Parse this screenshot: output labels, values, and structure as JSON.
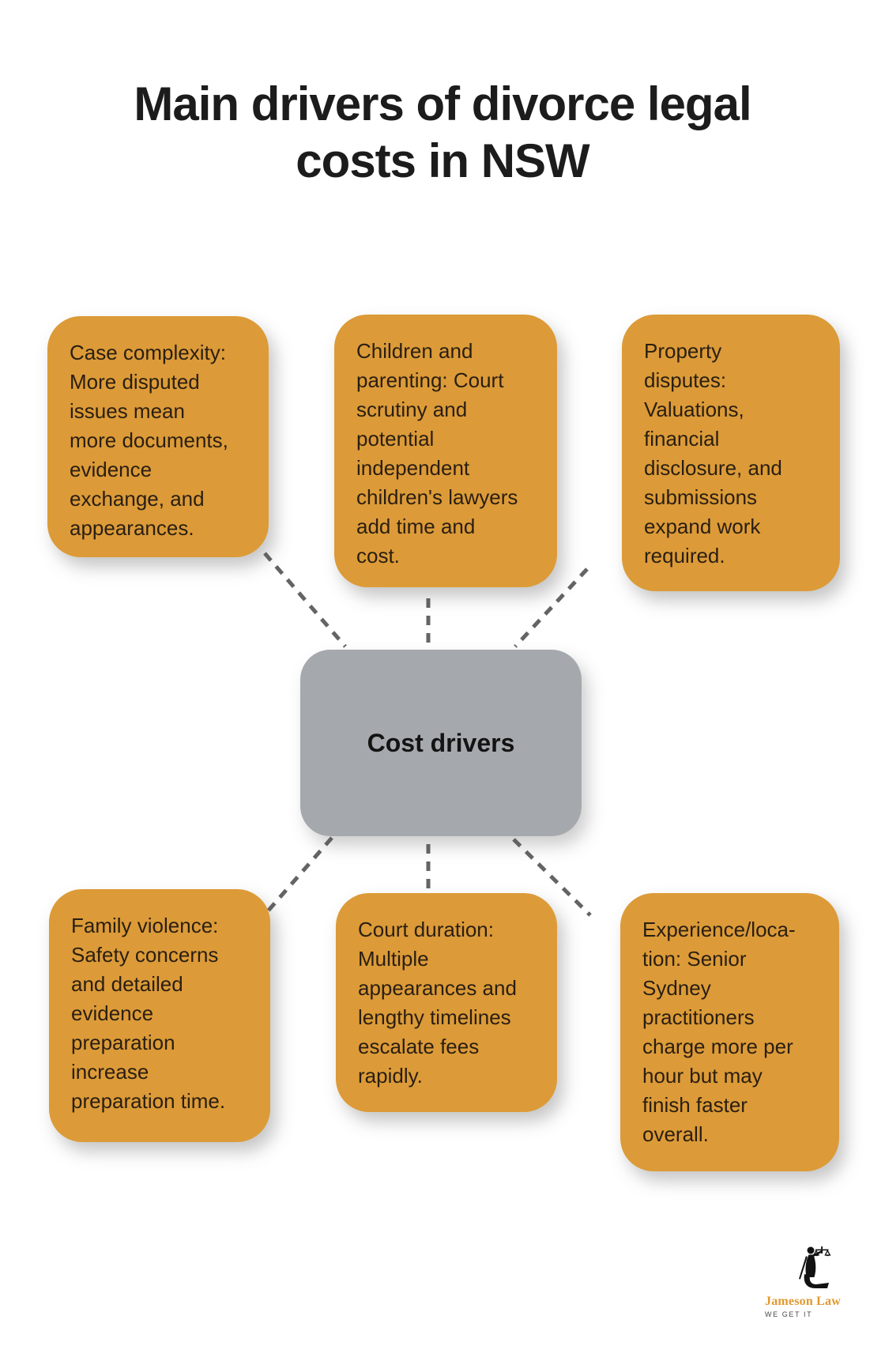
{
  "title": {
    "line1": "Main drivers of divorce legal",
    "line2": "costs in NSW"
  },
  "center": {
    "label": "Cost drivers"
  },
  "nodes": [
    {
      "id": "case-complexity",
      "text": "Case complexity:\nMore disputed\nissues mean\nmore documents,\nevidence\nexchange, and\nappearances."
    },
    {
      "id": "children-parenting",
      "text": "Children and\nparenting: Court\nscrutiny and\npotential\nindependent\nchildren's lawyers\nadd time and\ncost."
    },
    {
      "id": "property-disputes",
      "text": "Property\ndisputes:\nValuations,\nfinancial\ndisclosure, and\nsubmissions\nexpand work\nrequired."
    },
    {
      "id": "family-violence",
      "text": "Family violence:\nSafety concerns\nand detailed\nevidence\npreparation\nincrease\npreparation time."
    },
    {
      "id": "court-duration",
      "text": "Court duration:\nMultiple\nappearances and\nlengthy timelines\nescalate fees\nrapidly."
    },
    {
      "id": "experience-location",
      "text": "Experience/loca-\ntion: Senior\nSydney\npractitioners\ncharge more per\nhour but may\nfinish faster\noverall."
    }
  ],
  "logo": {
    "icon": "lady-justice-scales-icon",
    "name": "Jameson Law",
    "tagline": "WE GET IT"
  },
  "colors": {
    "node_fill": "#DC9B38",
    "center_fill": "#A5A9AD",
    "connector": "#646464",
    "node_text": "#2A1E12",
    "title_text": "#1C1C1C",
    "logo_name": "#E0992F",
    "logo_tagline": "#4A4A4A",
    "logo_mark": "#121212"
  }
}
